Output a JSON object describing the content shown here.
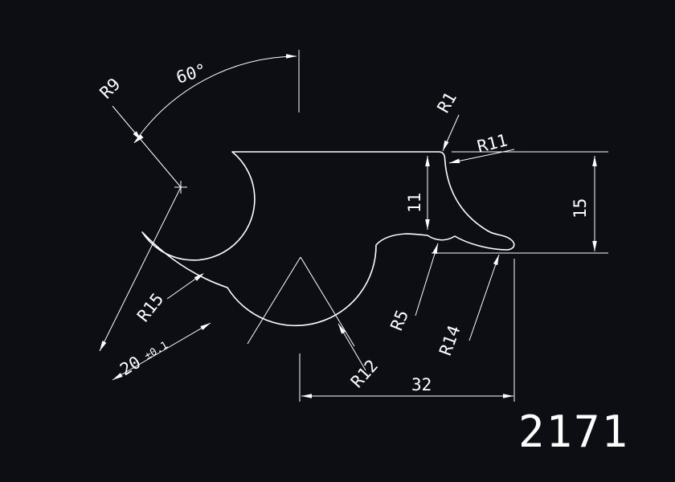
{
  "canvas": {
    "background": "#0c0e13",
    "line_color": "#ffffff"
  },
  "labels": {
    "angle60": "60°",
    "r9": "R9",
    "r1": "R1",
    "r11": "R11",
    "len11": "11",
    "len15": "15",
    "r15": "R15",
    "len20": "20",
    "tol20": "±0.1",
    "r5": "R5",
    "r14": "R14",
    "r12": "R12",
    "len32": "32",
    "part_number": "2171"
  }
}
